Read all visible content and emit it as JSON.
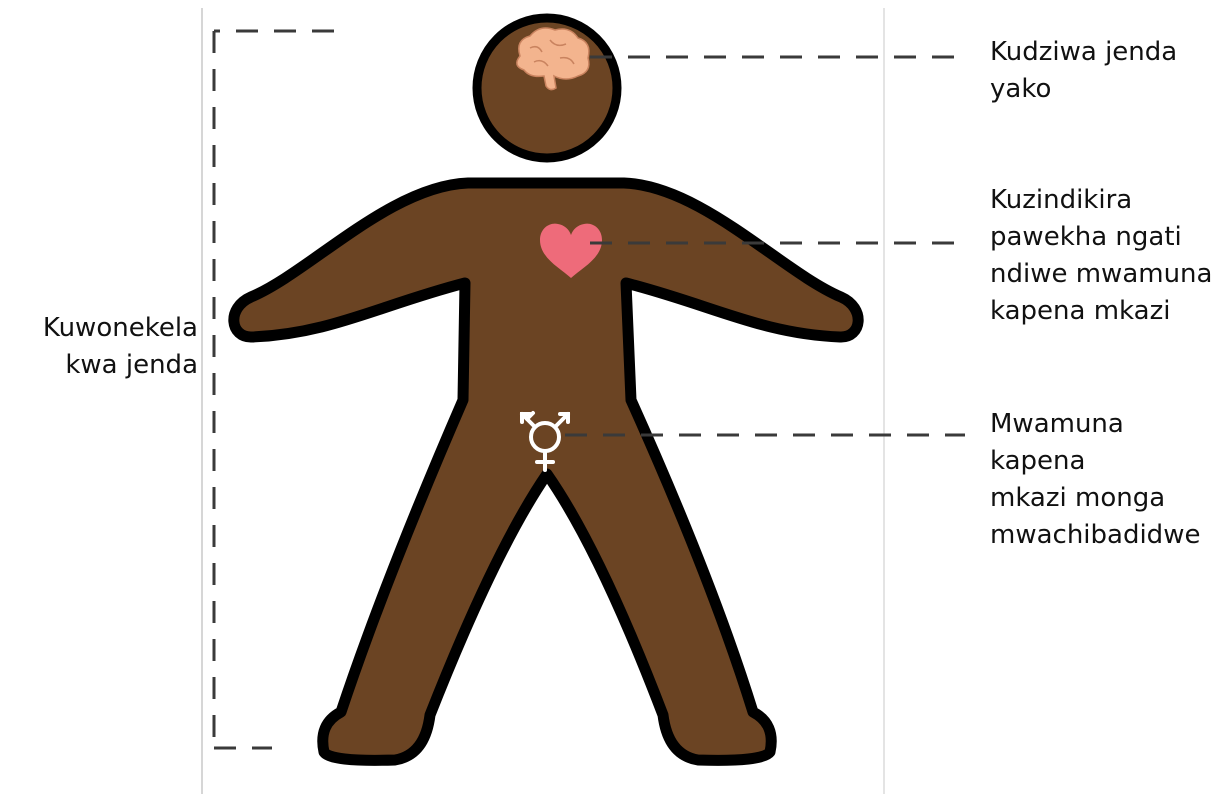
{
  "labels": {
    "gender_expression": [
      "Kuwonekela",
      "kwa jenda"
    ],
    "gender_identity_brain": [
      "Kudziwa jenda",
      "yako"
    ],
    "gender_identity_heart": [
      "Kuzindikira",
      "pawekha ngati",
      "ndiwe mwamuna",
      "kapena mkazi"
    ],
    "sex_assigned": [
      "Mwamuna",
      "kapena",
      "mkazi monga",
      "mwachibadidwe"
    ]
  },
  "icons": [
    "brain-icon",
    "heart-icon",
    "transgender-symbol-icon"
  ],
  "colors": {
    "body_fill": "#6b4423",
    "outline": "#000000",
    "brain": "#f3b48e",
    "heart": "#ee6b7a",
    "symbol": "#ffffff",
    "dash": "#3a3a3a",
    "frame_line": "#d6d6d6"
  }
}
